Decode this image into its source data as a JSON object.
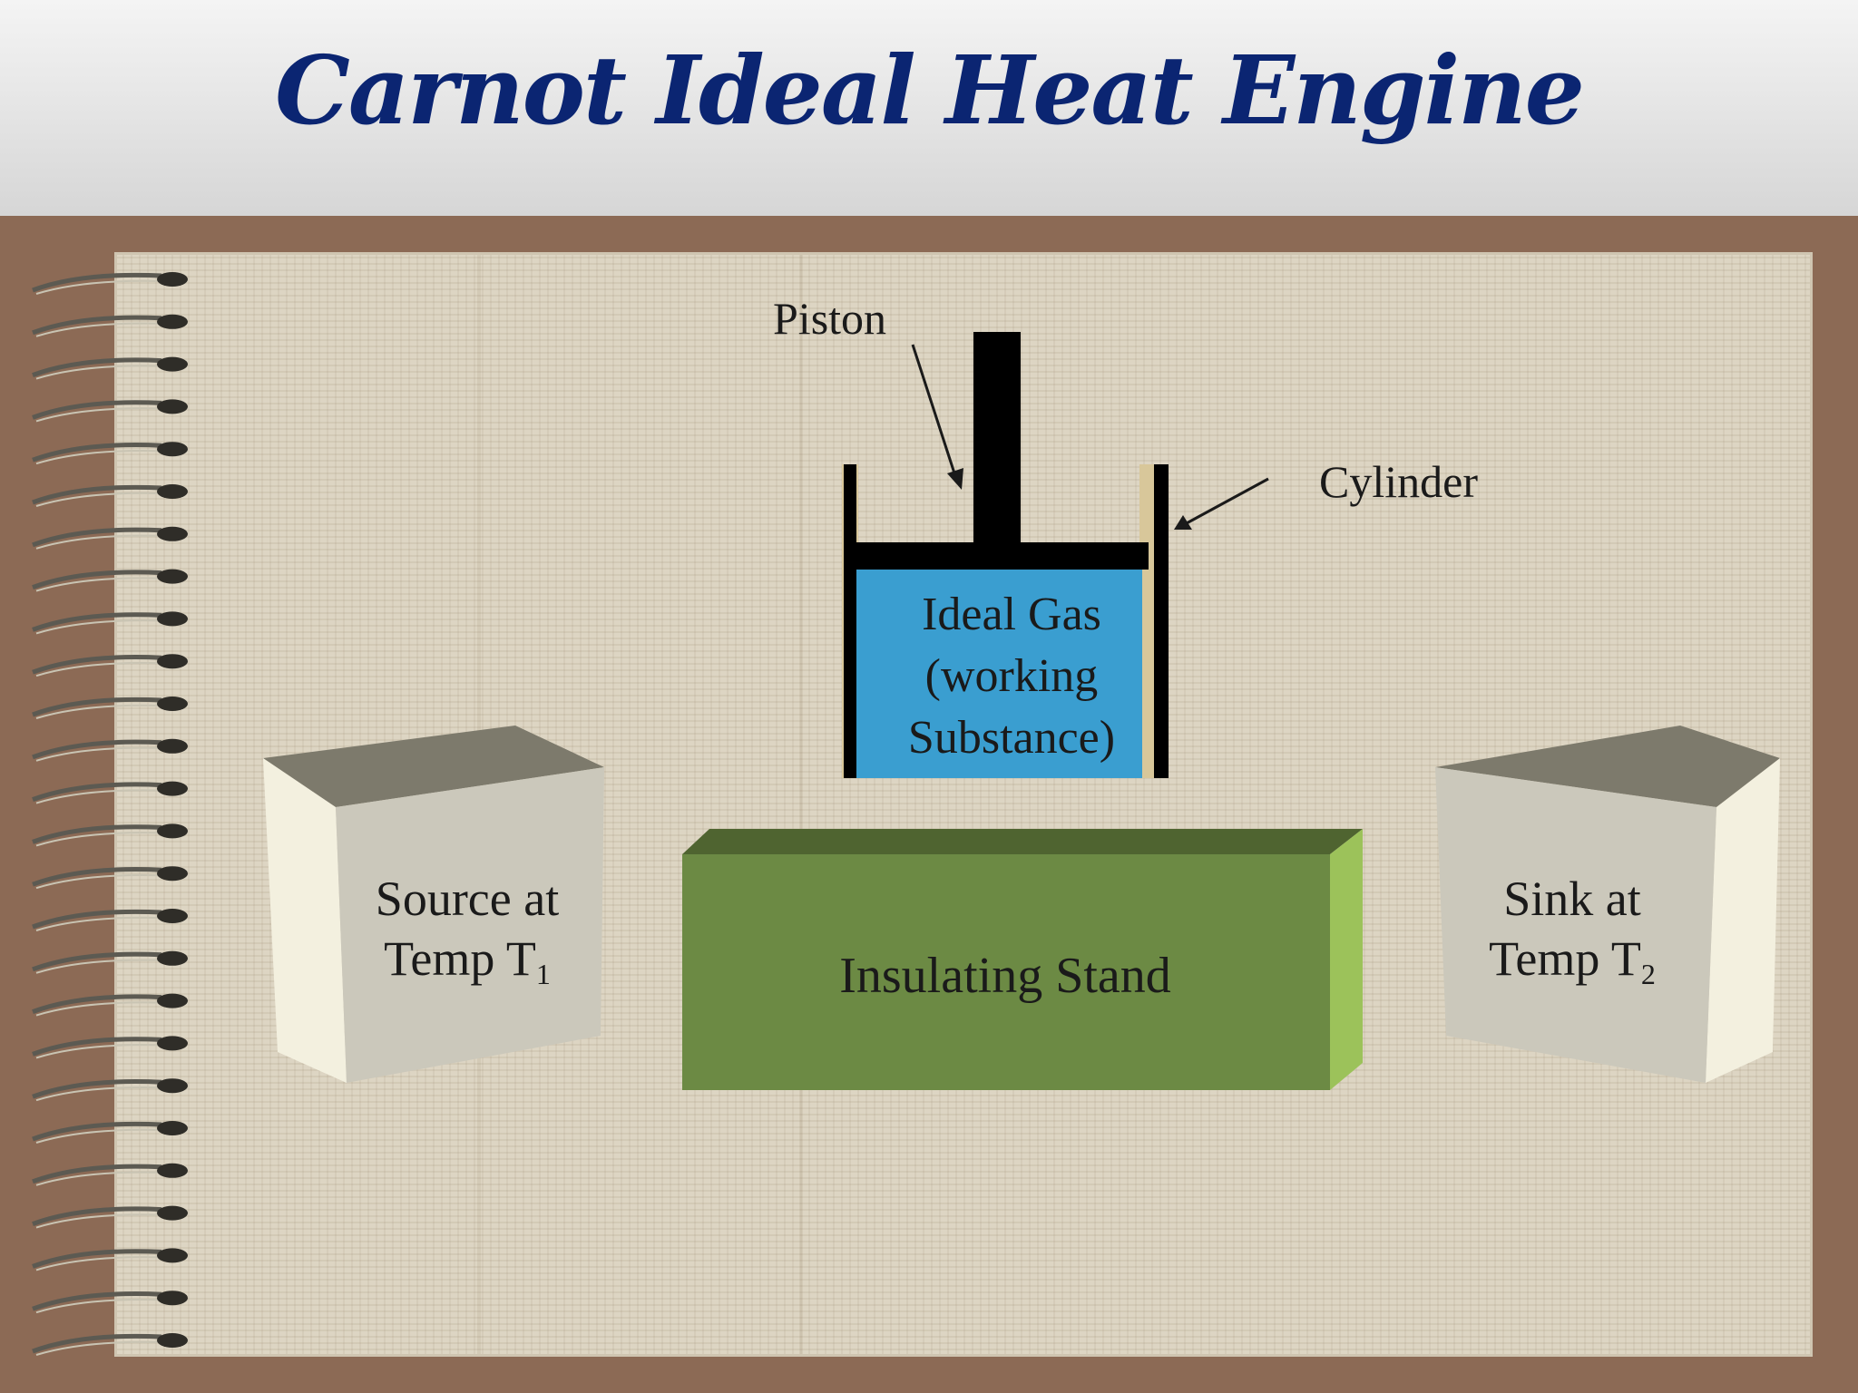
{
  "slide": {
    "title": "Carnot Ideal Heat Engine"
  },
  "diagram": {
    "piston_label": "Piston",
    "cylinder_label": "Cylinder",
    "gas_label": "Ideal Gas\n(working\nSubstance)",
    "stand_label": "Insulating Stand",
    "source_label": "Source at\nTemp T",
    "source_subscript": "1",
    "sink_label": "Sink at\nTemp T",
    "sink_subscript": "2"
  },
  "colors": {
    "title": "#0b2572",
    "gas": "#3a9ed0",
    "stand": "#6c8a44",
    "frame": "#8c6a55",
    "paper": "#ddd5c3"
  }
}
